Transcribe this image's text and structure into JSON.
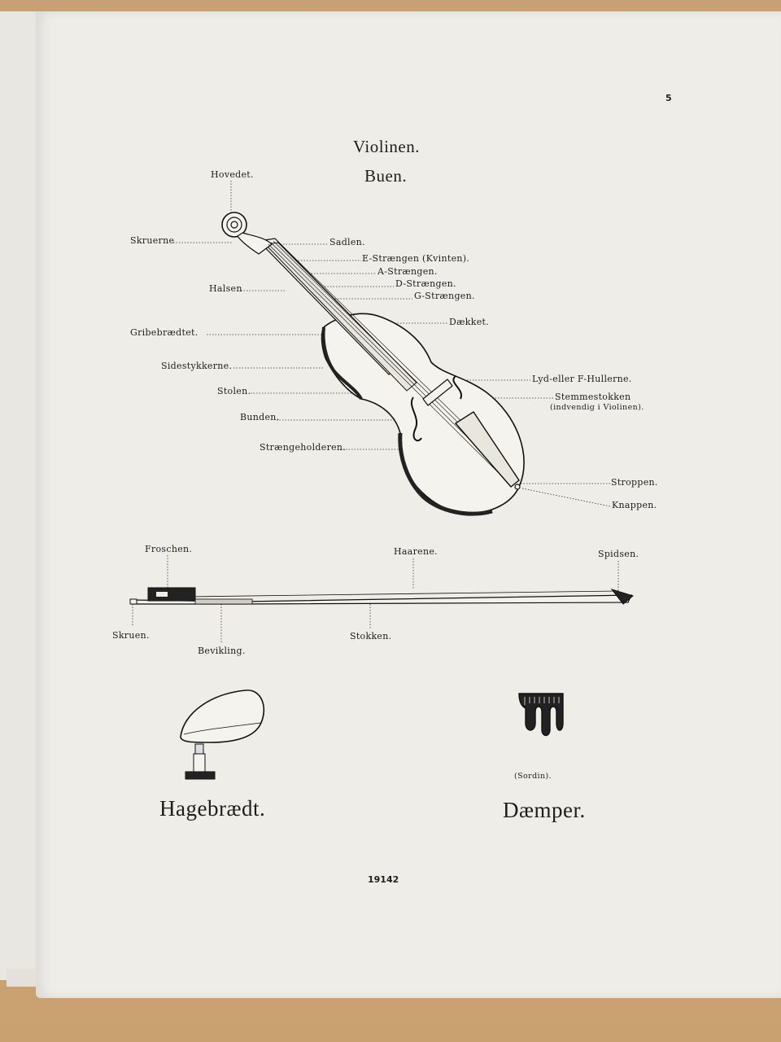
{
  "page": {
    "number": "5",
    "footer_code": "19142",
    "title_violin": "Violinen.",
    "title_bow": "Buen."
  },
  "violin_labels": {
    "hovedet": "Hovedet.",
    "skruerne": "Skruerne",
    "sadlen": "Sadlen.",
    "e_strengen": "E-Strængen (Kvinten).",
    "a_strengen": "A-Strængen.",
    "d_strengen": "D-Strængen.",
    "g_strengen": "G-Strængen.",
    "halsen": "Halsen",
    "daekket": "Dækket.",
    "gribebraedtet": "Gribebrædtet.",
    "sidestykkerne": "Sidestykkerne.",
    "lyd_hullerne": "Lyd-eller F-Hullerne.",
    "stolen": "Stolen.",
    "stemmestokken": "Stemmestokken",
    "stemmestokken_note": "(indvendig i Violinen).",
    "bunden": "Bunden.",
    "straengeholderen": "Strængeholderen.",
    "stroppen": "Stroppen.",
    "knappen": "Knappen."
  },
  "bow_labels": {
    "froschen": "Froschen.",
    "haarene": "Haarene.",
    "spidsen": "Spidsen.",
    "skruen": "Skruen.",
    "bevikling": "Bevikling.",
    "stokken": "Stokken."
  },
  "accessories": {
    "chinrest_title": "Hagebrædt.",
    "mute_note": "(Sordin).",
    "mute_title": "Dæmper."
  }
}
